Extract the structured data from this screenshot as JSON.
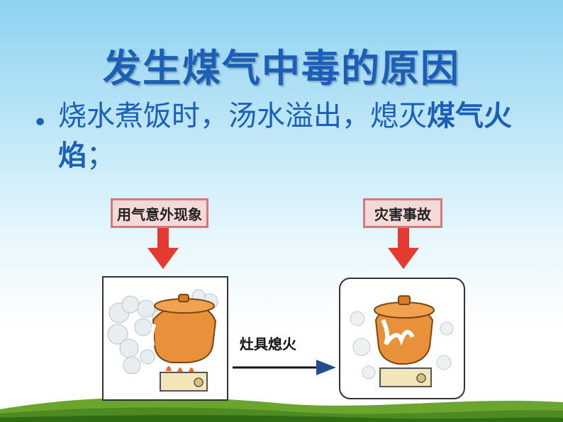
{
  "title": "发生煤气中毒的原因",
  "bullet": {
    "text_before": "烧水煮饭时，汤水溢出，熄灭",
    "highlight": "煤气火焰",
    "text_after": "；"
  },
  "diagram": {
    "left_label": "用气意外现象",
    "right_label": "灾害事故",
    "arrow_label": "灶具熄火"
  },
  "colors": {
    "title": "#1b5fb8",
    "down_arrow": "#e53a2f",
    "pot": "#e9913a"
  }
}
